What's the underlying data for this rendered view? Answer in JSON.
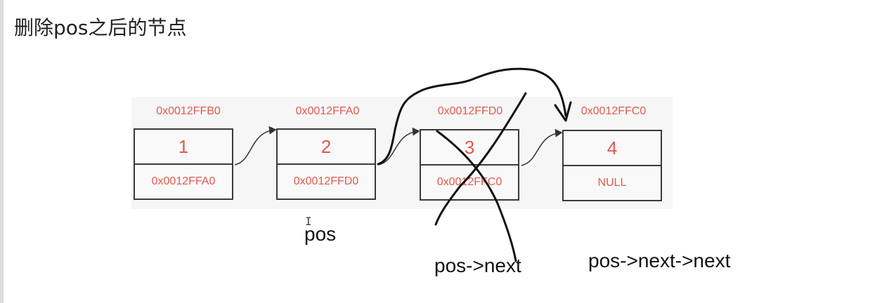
{
  "title": "删除pos之后的节点",
  "nodes": [
    {
      "address": "0x0012FFB0",
      "value": "1",
      "next": "0x0012FFA0"
    },
    {
      "address": "0x0012FFA0",
      "value": "2",
      "next": "0x0012FFD0"
    },
    {
      "address": "0x0012FFD0",
      "value": "3",
      "next": "0x0012FFC0"
    },
    {
      "address": "0x0012FFC0",
      "value": "4",
      "next": "NULL"
    }
  ],
  "labels": {
    "pos": "pos",
    "pos_next": "pos->next",
    "pos_next_next": "pos->next->next"
  },
  "colors": {
    "accent": "#e05a4f",
    "stroke": "#111111",
    "panel_bg": "#f6f6f6"
  }
}
